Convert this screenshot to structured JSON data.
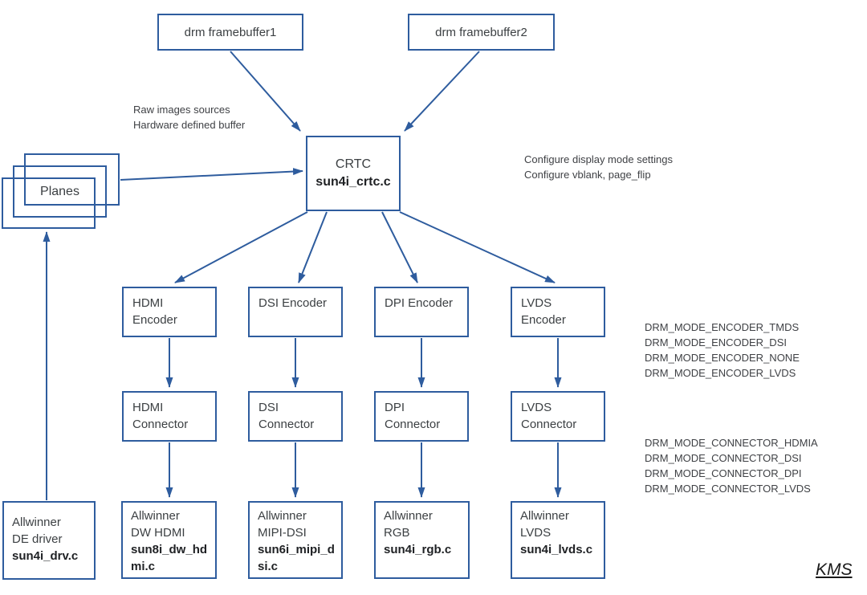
{
  "nodes": {
    "framebuffer1": {
      "label": "drm framebuffer1"
    },
    "framebuffer2": {
      "label": "drm framebuffer2"
    },
    "planes": {
      "label": "Planes"
    },
    "crtc": {
      "title": "CRTC",
      "file": "sun4i_crtc.c"
    },
    "encoders": [
      {
        "label": "HDMI Encoder"
      },
      {
        "label": "DSI Encoder"
      },
      {
        "label": "DPI Encoder"
      },
      {
        "label": "LVDS Encoder"
      }
    ],
    "connectors": [
      {
        "label": "HDMI Connector"
      },
      {
        "label": "DSI Connector"
      },
      {
        "label": "DPI Connector"
      },
      {
        "label": "LVDS Connector"
      }
    ],
    "drivers": [
      {
        "vendor": "Allwinner",
        "name": "DW HDMI",
        "file": "sun8i_dw_hdmi.c"
      },
      {
        "vendor": "Allwinner",
        "name": "MIPI-DSI",
        "file": "sun6i_mipi_dsi.c"
      },
      {
        "vendor": "Allwinner",
        "name": "RGB",
        "file": "sun4i_rgb.c"
      },
      {
        "vendor": "Allwinner",
        "name": "LVDS",
        "file": "sun4i_lvds.c"
      }
    ],
    "de_driver": {
      "vendor": "Allwinner",
      "name": "DE driver",
      "file": "sun4i_drv.c"
    }
  },
  "annotations": {
    "planes_note_line1": "Raw images sources",
    "planes_note_line2": "Hardware defined buffer",
    "crtc_note_line1": "Configure display mode settings",
    "crtc_note_line2": "Configure vblank, page_flip",
    "encoder_constants": [
      "DRM_MODE_ENCODER_TMDS",
      "DRM_MODE_ENCODER_DSI",
      "DRM_MODE_ENCODER_NONE",
      "DRM_MODE_ENCODER_LVDS"
    ],
    "connector_constants": [
      "DRM_MODE_CONNECTOR_HDMIA",
      "DRM_MODE_CONNECTOR_DSI",
      "DRM_MODE_CONNECTOR_DPI",
      "DRM_MODE_CONNECTOR_LVDS"
    ],
    "corner_label": "KMS"
  },
  "colors": {
    "line": "#2e5c9e",
    "text": "#3c4043",
    "bold_text": "#1f2124",
    "background": "#ffffff"
  }
}
